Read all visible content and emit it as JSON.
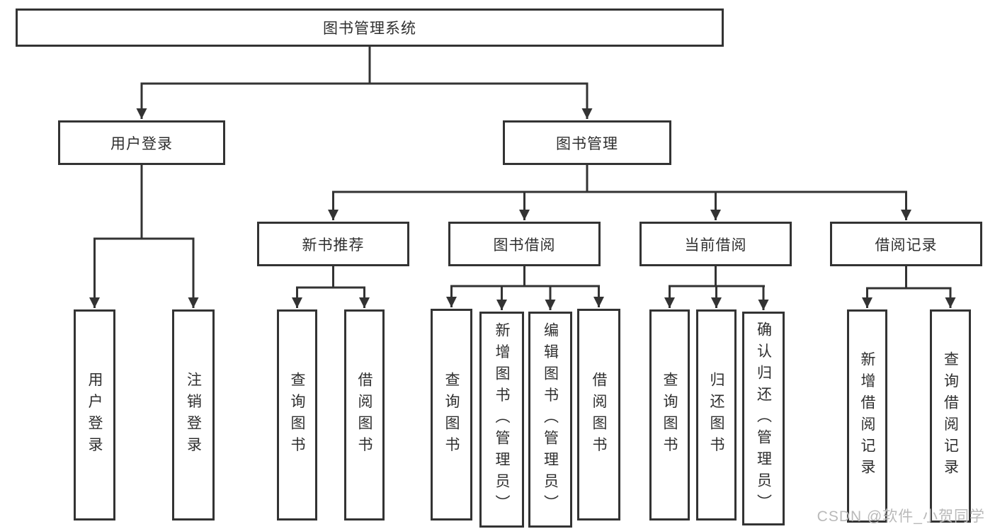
{
  "diagram": {
    "title": "图书管理系统",
    "branches": [
      {
        "label": "用户登录",
        "leaves": [
          "用户登录",
          "注销登录"
        ]
      },
      {
        "label": "图书管理",
        "groups": [
          {
            "label": "新书推荐",
            "leaves": [
              "查询图书",
              "借阅图书"
            ]
          },
          {
            "label": "图书借阅",
            "leaves": [
              "查询图书",
              "新增图书（管理员）",
              "编辑图书（管理员）",
              "借阅图书"
            ]
          },
          {
            "label": "当前借阅",
            "leaves": [
              "查询图书",
              "归还图书",
              "确认归还（管理员）"
            ]
          },
          {
            "label": "借阅记录",
            "leaves": [
              "新增借阅记录",
              "查询借阅记录"
            ]
          }
        ]
      }
    ]
  },
  "watermark": {
    "text": "CSDN @软件_小贺同学"
  },
  "colors": {
    "line": "#333333",
    "text": "#2f2f2f",
    "background": "#ffffff",
    "watermark": "#b9b9b9"
  }
}
